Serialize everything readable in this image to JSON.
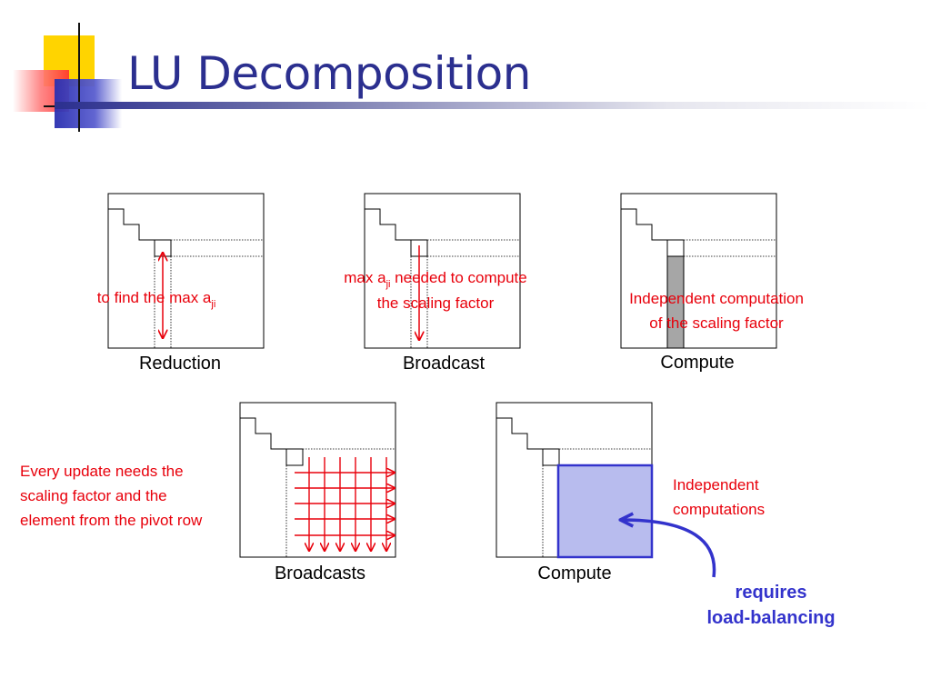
{
  "slide": {
    "title": "LU Decomposition"
  },
  "panels": {
    "reduction": {
      "caption": "Reduction",
      "note_main": "to find the max a",
      "note_sub": "ji"
    },
    "broadcast": {
      "caption": "Broadcast",
      "note_line1_main": "max a",
      "note_line1_sub": "ji",
      "note_line1_rest": " needed to compute",
      "note_line2": "the scaling factor"
    },
    "compute_column": {
      "caption": "Compute",
      "note_line1": "Independent computation",
      "note_line2": "of the scaling factor"
    },
    "broadcasts": {
      "caption": "Broadcasts",
      "note_line1": "Every update needs the",
      "note_line2": "scaling factor and the",
      "note_line3": "element from the pivot row"
    },
    "compute_block": {
      "caption": "Compute",
      "note_line1": "Independent",
      "note_line2": "computations",
      "callout_line1": "requires",
      "callout_line2": "load-balancing"
    }
  },
  "colors": {
    "title": "#2b2f8f",
    "annotation": "#e8000b",
    "highlight_column": "#a6a6a6",
    "highlight_block_fill": "#b8bcee",
    "highlight_block_stroke": "#3333cc",
    "callout": "#3333cc"
  },
  "icons": {
    "logo": "stacked-squares-logo"
  }
}
